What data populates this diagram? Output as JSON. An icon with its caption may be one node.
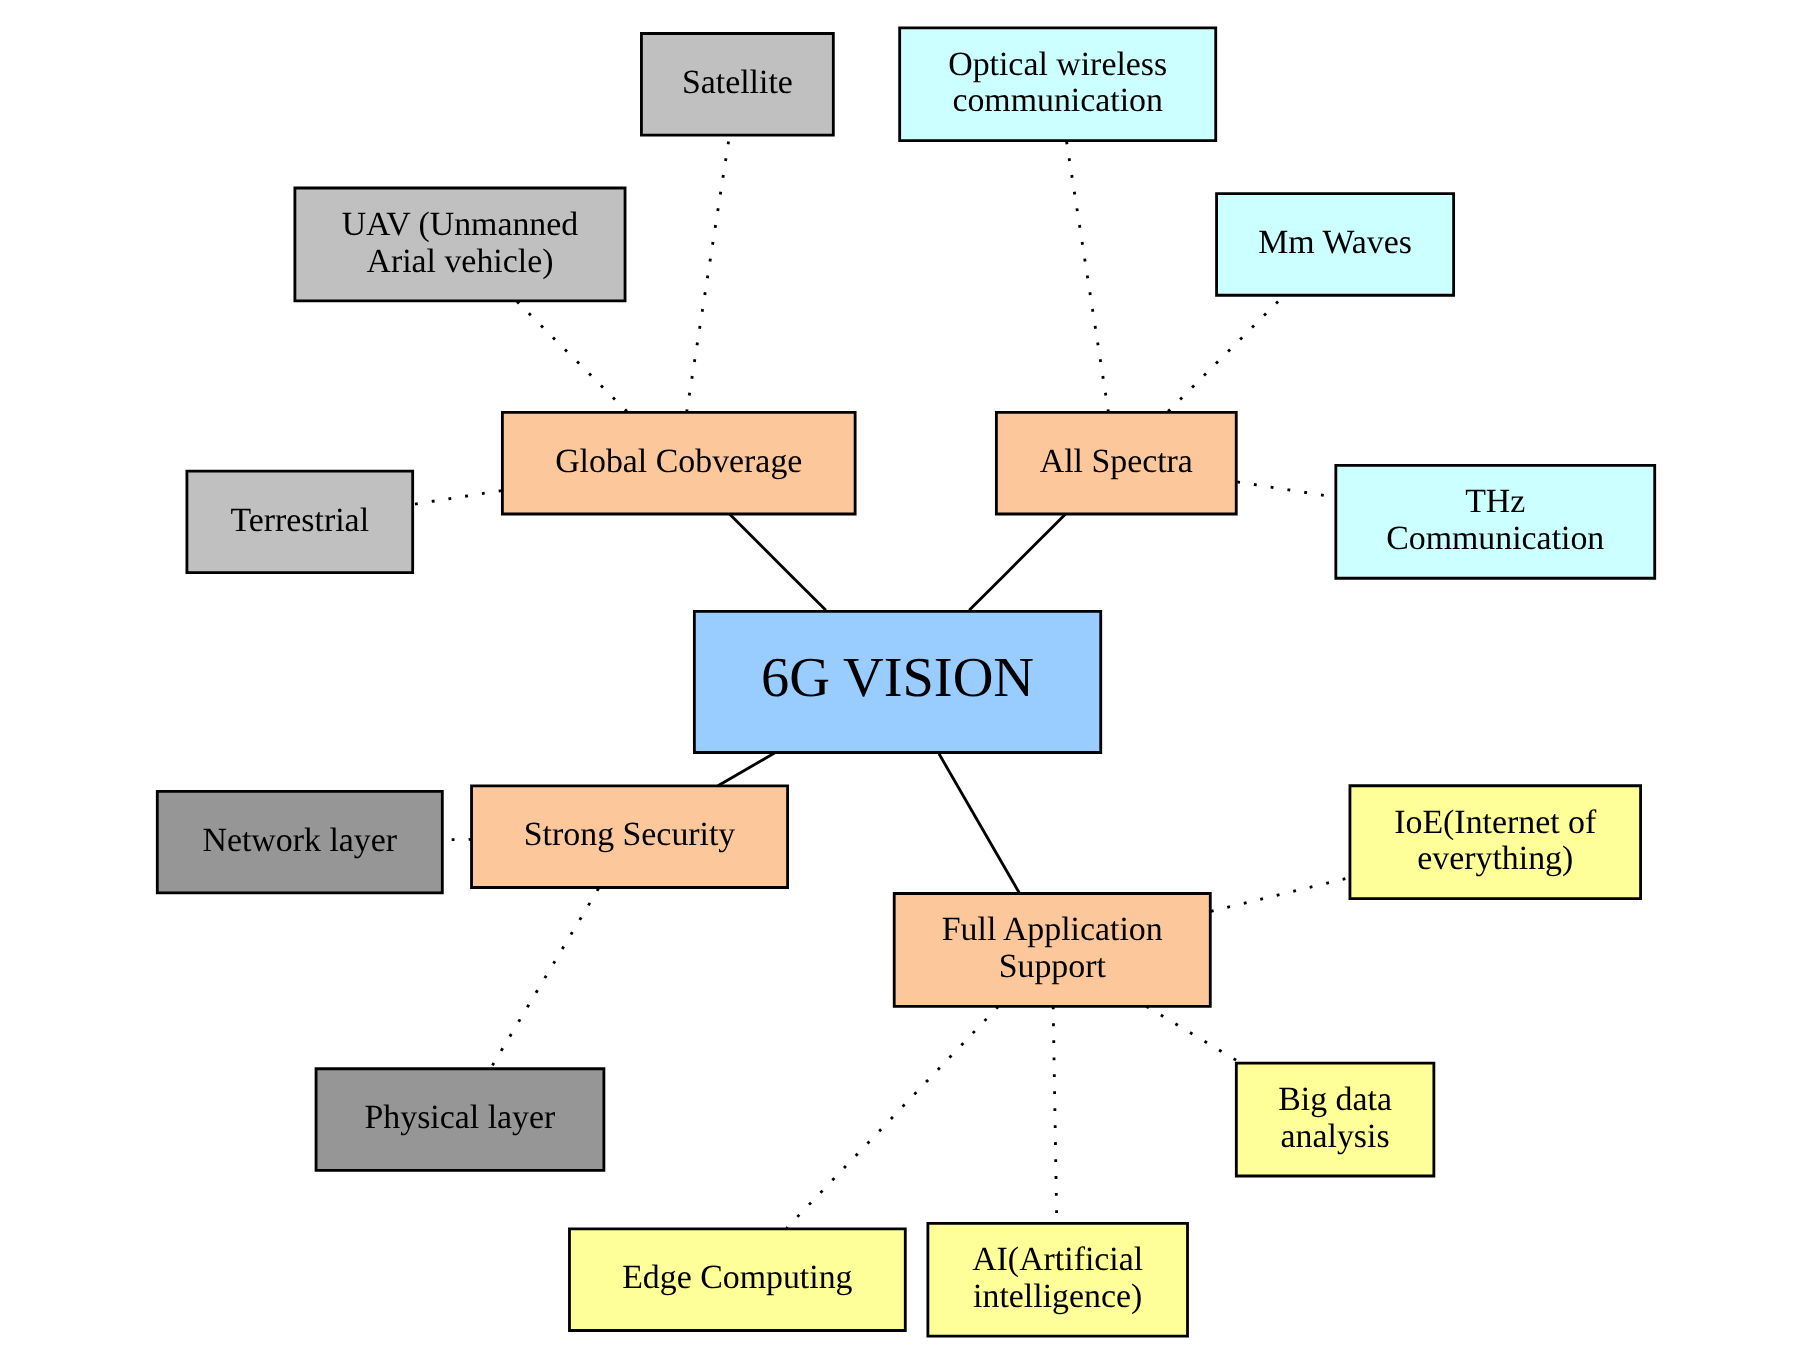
{
  "diagram": {
    "nodes": [
      {
        "text": [
          "6G VISION"
        ]
      },
      {
        "text": [
          "All Spectra"
        ]
      },
      {
        "text": [
          "THz Communication"
        ]
      },
      {
        "text": [
          "Mm Waves"
        ]
      },
      {
        "text": [
          "Optical wireless communication"
        ]
      },
      {
        "text": [
          "Global Cobverage"
        ]
      },
      {
        "text": [
          "Satellite"
        ]
      },
      {
        "text": [
          "UAV (Unmanned Arial vehicle)"
        ]
      },
      {
        "text": [
          "Terrestrial"
        ]
      },
      {
        "text": [
          "Strong Security"
        ]
      },
      {
        "text": [
          "Network layer"
        ]
      },
      {
        "text": [
          "Physical layer"
        ]
      },
      {
        "text": [
          "Full Application Support"
        ]
      },
      {
        "text": [
          "Edge Computing"
        ]
      },
      {
        "text": [
          "AI(Artificial intelligence)"
        ]
      },
      {
        "text": [
          "Big data analysis"
        ]
      },
      {
        "text": [
          "IoE(Internet of everything)"
        ]
      }
    ],
    "edges": [
      {
        "from": 0,
        "to": 1,
        "arrow": "none"
      },
      {
        "from": 0,
        "to": 5,
        "arrow": "none"
      },
      {
        "from": 0,
        "to": 9,
        "arrow": "none"
      },
      {
        "from": 0,
        "to": 12,
        "arrow": "none"
      },
      {
        "from": 1,
        "to": 2,
        "arrow": "none",
        "style": "dashed"
      },
      {
        "from": 1,
        "to": 3,
        "arrow": "none",
        "style": "dashed"
      },
      {
        "from": 1,
        "to": 4,
        "arrow": "none",
        "style": "dashed"
      },
      {
        "from": 5,
        "to": 6,
        "arrow": "none",
        "style": "dashed"
      },
      {
        "from": 5,
        "to": 7,
        "arrow": "none",
        "style": "dashed"
      },
      {
        "from": 5,
        "to": 8,
        "arrow": "none",
        "style": "dashed"
      },
      {
        "from": 9,
        "to": 10,
        "arrow": "none",
        "style": "dashed"
      },
      {
        "from": 9,
        "to": 11,
        "arrow": "none",
        "style": "dashed"
      },
      {
        "from": 12,
        "to": 13,
        "arrow": "none",
        "style": "dashed"
      },
      {
        "from": 12,
        "to": 14,
        "arrow": "none",
        "style": "dashed"
      },
      {
        "from": 12,
        "to": 15,
        "arrow": "none",
        "style": "dashed"
      },
      {
        "from": 12,
        "to": 16,
        "arrow": "none",
        "style": "dashed"
      }
    ]
  }
}
